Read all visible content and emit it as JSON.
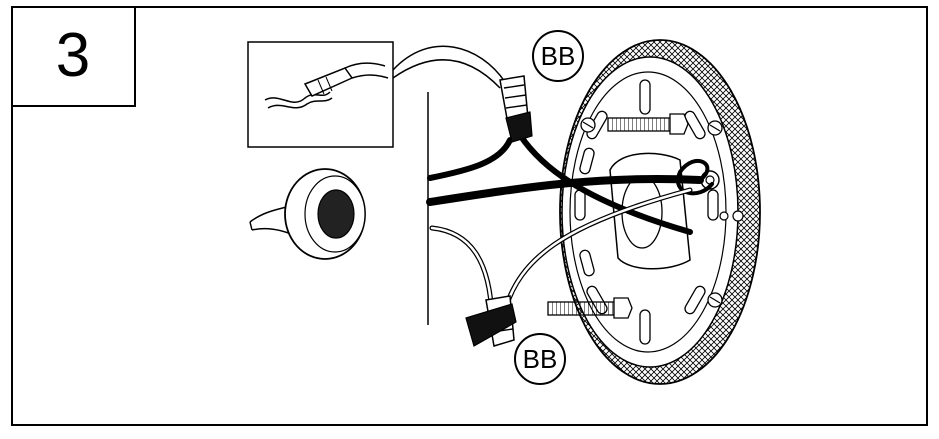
{
  "step": {
    "number": "3"
  },
  "callouts": [
    {
      "label": "BB"
    },
    {
      "label": "BB"
    }
  ],
  "colors": {
    "ink": "#000000",
    "paper": "#ffffff",
    "grey": "#999999"
  },
  "icons": [
    "twisted-wire-inset-icon",
    "electrical-tape-icon",
    "wire-connector-icon",
    "mounting-plate-icon",
    "mounting-screw-icon",
    "ground-screw-icon"
  ]
}
